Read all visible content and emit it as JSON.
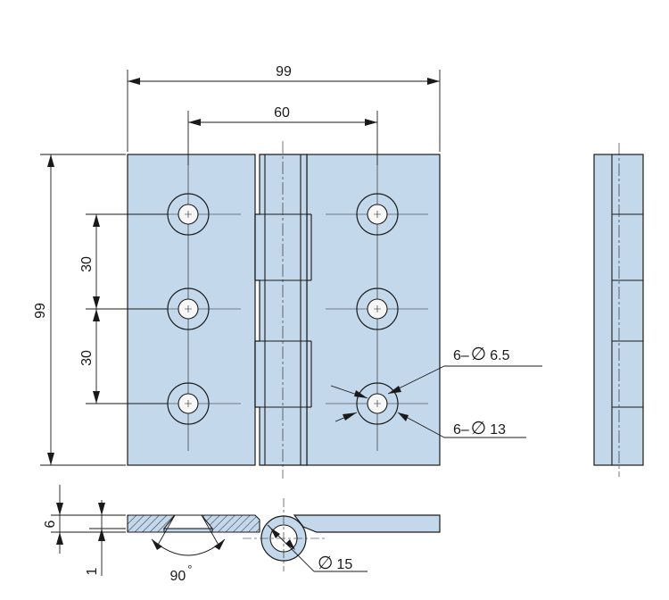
{
  "dimensions": {
    "overall_width": "99",
    "hole_spacing": "60",
    "overall_height": "99",
    "pitch_upper": "30",
    "pitch_lower": "30",
    "countersink_angle": "90",
    "angle_unit": "°",
    "thickness": "6",
    "thickness_step": "1",
    "knuckle_diameter": "15"
  },
  "callouts": {
    "hole_small": {
      "count": "6–",
      "symbol": "∅",
      "value": "6.5"
    },
    "hole_large": {
      "count": "6–",
      "symbol": "∅",
      "value": "13"
    },
    "knuckle": {
      "symbol": "∅",
      "value": "15"
    }
  },
  "colors": {
    "part_fill": "#c4d8ec",
    "line": "#1a1a1a",
    "background": "#ffffff"
  }
}
